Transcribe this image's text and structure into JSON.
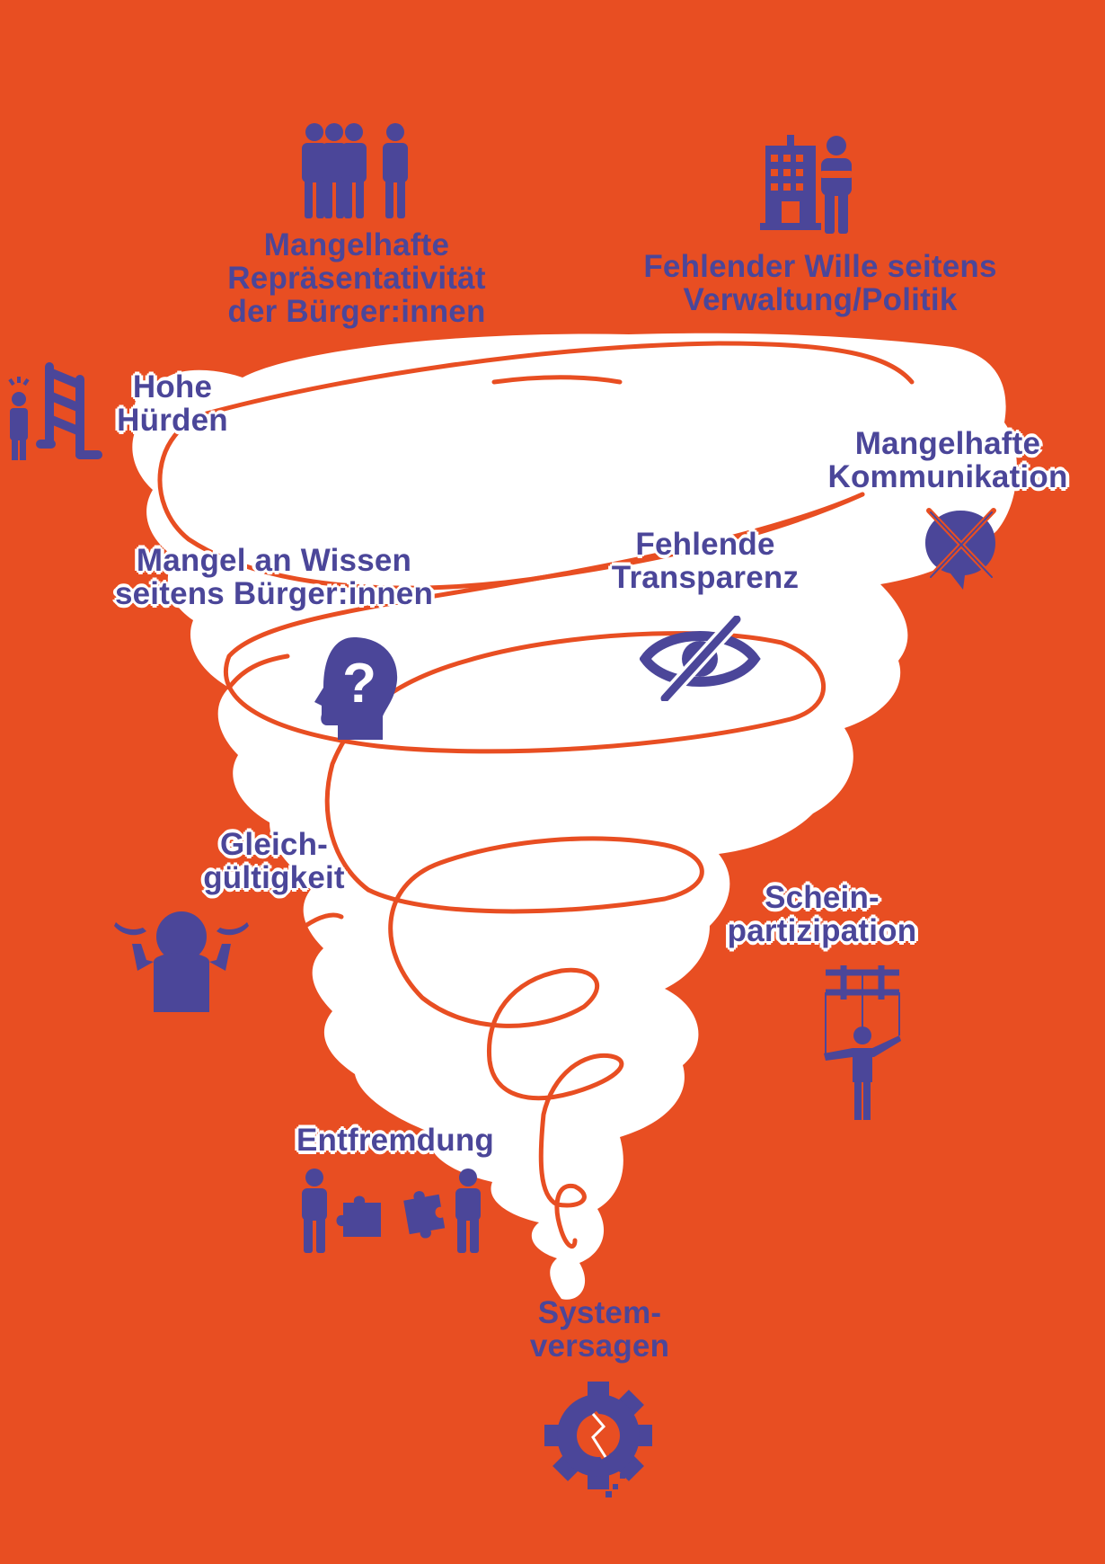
{
  "colors": {
    "background": "#e84e22",
    "accent": "#4b4699",
    "tornado": "#ffffff",
    "spiral": "#e84e22"
  },
  "items": [
    {
      "id": "representativeness",
      "lines": [
        "Mangelhafte",
        "Repräsentativität",
        "der Bürger:innen"
      ],
      "icon": "group-of-people-icon"
    },
    {
      "id": "will",
      "lines": [
        "Fehlender Wille seitens",
        "Verwaltung/Politik"
      ],
      "icon": "building-and-official-icon"
    },
    {
      "id": "hurdles",
      "lines": [
        "Hohe",
        "Hürden"
      ],
      "icon": "person-before-hurdle-icon"
    },
    {
      "id": "communication",
      "lines": [
        "Mangelhafte",
        "Kommunikation"
      ],
      "icon": "crossed-speech-bubble-icon"
    },
    {
      "id": "knowledge",
      "lines": [
        "Mangel an Wissen",
        "seitens Bürger:innen"
      ],
      "icon": "head-question-mark-icon"
    },
    {
      "id": "transparency",
      "lines": [
        "Fehlende",
        "Transparenz"
      ],
      "icon": "crossed-eye-icon"
    },
    {
      "id": "indifference",
      "lines": [
        "Gleich-",
        "gültigkeit"
      ],
      "icon": "shrugging-person-icon"
    },
    {
      "id": "sham",
      "lines": [
        "Schein-",
        "partizipation"
      ],
      "icon": "puppet-on-strings-icon"
    },
    {
      "id": "alienation",
      "lines": [
        "Entfremdung"
      ],
      "icon": "people-mismatched-puzzle-icon"
    },
    {
      "id": "failure",
      "lines": [
        "System-",
        "versagen"
      ],
      "icon": "broken-gear-icon"
    }
  ]
}
